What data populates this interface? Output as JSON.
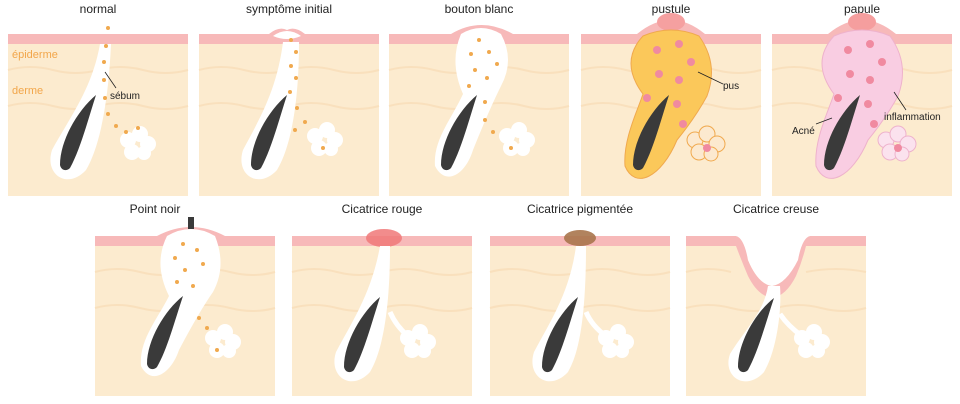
{
  "stages": [
    {
      "id": "normal",
      "title": "normal"
    },
    {
      "id": "initial",
      "title": "symptôme initial"
    },
    {
      "id": "white",
      "title": "bouton blanc"
    },
    {
      "id": "pustule",
      "title": "pustule"
    },
    {
      "id": "papule",
      "title": "papule"
    },
    {
      "id": "blackhead",
      "title": "Point noir"
    },
    {
      "id": "redscar",
      "title": "Cicatrice rouge"
    },
    {
      "id": "pigscar",
      "title": "Cicatrice pigmentée"
    },
    {
      "id": "hollowscar",
      "title": "Cicatrice creuse"
    }
  ],
  "layer_labels": {
    "epidermis": "épiderme",
    "dermis": "derme"
  },
  "labels": {
    "sebum": "sébum",
    "pus": "pus",
    "acne": "Acné",
    "inflammation": "inflammation"
  },
  "colors": {
    "dermis": "#fcebcf",
    "epidermis_band": "#f7b9b9",
    "sebum": "#f0a94e",
    "pus": "#fbc85a",
    "papule": "#f9cde2",
    "follicle_bulb": "#3a3a3a",
    "scar_red": "#f07878",
    "scar_brown": "#a9764c",
    "layer_label": "#f2a64a"
  }
}
